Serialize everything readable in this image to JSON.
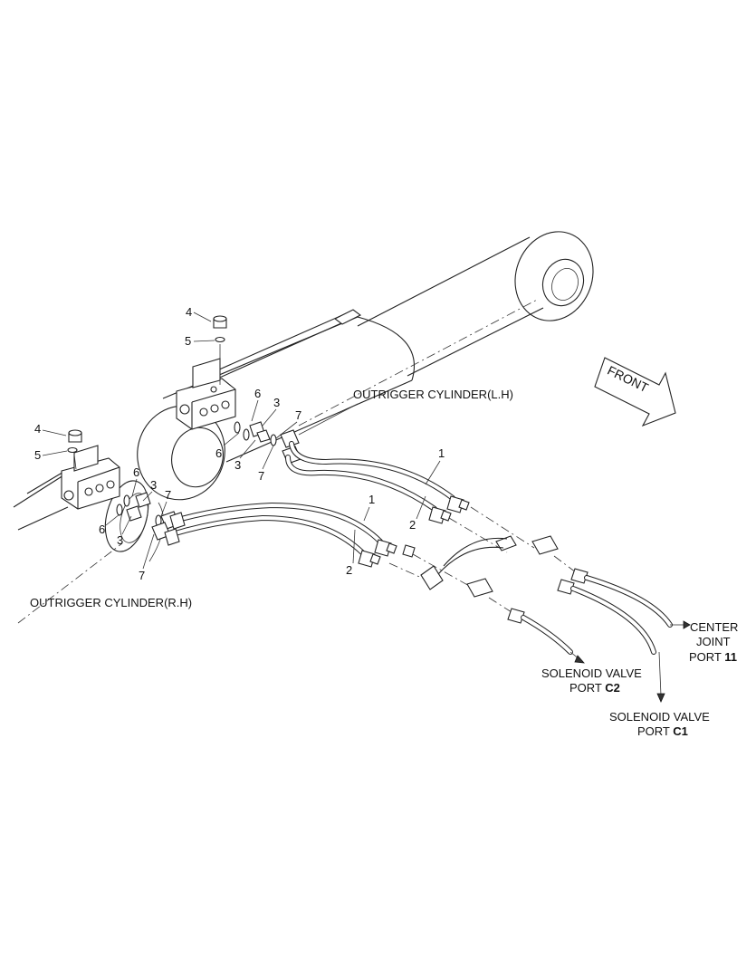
{
  "labels": {
    "front": "FRONT",
    "cyl_lh": "OUTRIGGER CYLINDER(L.H)",
    "cyl_rh": "OUTRIGGER CYLINDER(R.H)",
    "center_joint_1": "CENTER",
    "center_joint_2": "JOINT",
    "center_joint_3": "PORT ",
    "center_joint_3b": "11",
    "sol_c2_1": "SOLENOID VALVE",
    "sol_c2_2": "PORT ",
    "sol_c2_2b": "C2",
    "sol_c1_1": "SOLENOID VALVE",
    "sol_c1_2": "PORT ",
    "sol_c1_2b": "C1"
  },
  "callouts": {
    "n1": "1",
    "n2": "2",
    "n3": "3",
    "n4": "4",
    "n5": "5",
    "n6": "6",
    "n7": "7"
  }
}
